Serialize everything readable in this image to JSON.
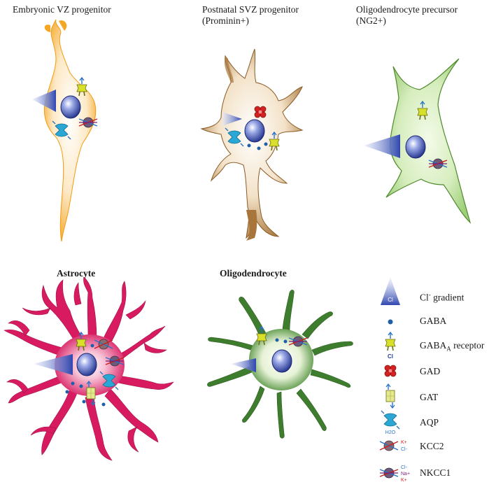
{
  "panels": {
    "vz": {
      "title": "Embryonic VZ progenitor"
    },
    "svz": {
      "title_line1": "Postnatal SVZ progenitor",
      "title_line2": "(Prominin+)"
    },
    "opc": {
      "title_line1": "Oligodendrocyte precursor",
      "title_line2": "(NG2+)"
    },
    "astro": {
      "title": "Astrocyte"
    },
    "oligo": {
      "title": "Oligodendrocyte"
    }
  },
  "legend": {
    "cl_gradient": {
      "ion": "Cl",
      "sup": "-",
      "text": " gradient",
      "icon_text": "Cl"
    },
    "gaba": {
      "text": "GABA"
    },
    "gaba_a_receptor": {
      "text_main": "GABA",
      "sub": "A",
      "text_rest": " receptor",
      "icon_text": "Cl"
    },
    "gad": {
      "text": "GAD"
    },
    "gat": {
      "text": "GAT"
    },
    "aqp": {
      "text": "AQP",
      "icon_text": "H2O"
    },
    "kcc2": {
      "text": "KCC2",
      "icon_k": "K+",
      "icon_cl": "Cl-"
    },
    "nkcc1": {
      "text": "NKCC1",
      "icon_cl": "Cl-",
      "icon_na": "Na+",
      "icon_k": "K+"
    }
  },
  "colors": {
    "vz_cell": "#f5a623",
    "svz_cell": "#a8763a",
    "opc_cell": "#5e9a3a",
    "astro_cell": "#d81b60",
    "oligo_cell": "#3f7d2e",
    "nucleus": "#2a3f9e",
    "gradient": "#3f55b5",
    "gaba_dot": "#1f5fa8",
    "receptor": "#c9d11c",
    "gad": "#d42121",
    "aqp": "#2a9fc9"
  }
}
